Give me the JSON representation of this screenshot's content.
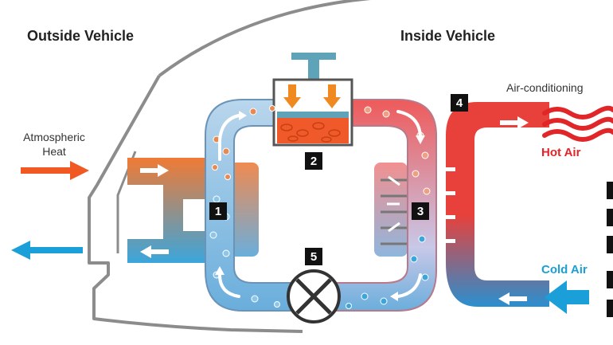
{
  "labels": {
    "outside_vehicle": "Outside Vehicle",
    "inside_vehicle": "Inside Vehicle",
    "atmospheric_heat": "Atmospheric\nHeat",
    "air_conditioning": "Air-conditioning",
    "hot_air": "Hot Air",
    "cold_air": "Cold Air"
  },
  "steps": [
    "1",
    "2",
    "3",
    "4",
    "5"
  ],
  "colors": {
    "hot": "#e1262a",
    "cold": "#1a9fd8",
    "orange": "#f07022",
    "outline": "#8c8c8c",
    "badge": "#111111"
  }
}
